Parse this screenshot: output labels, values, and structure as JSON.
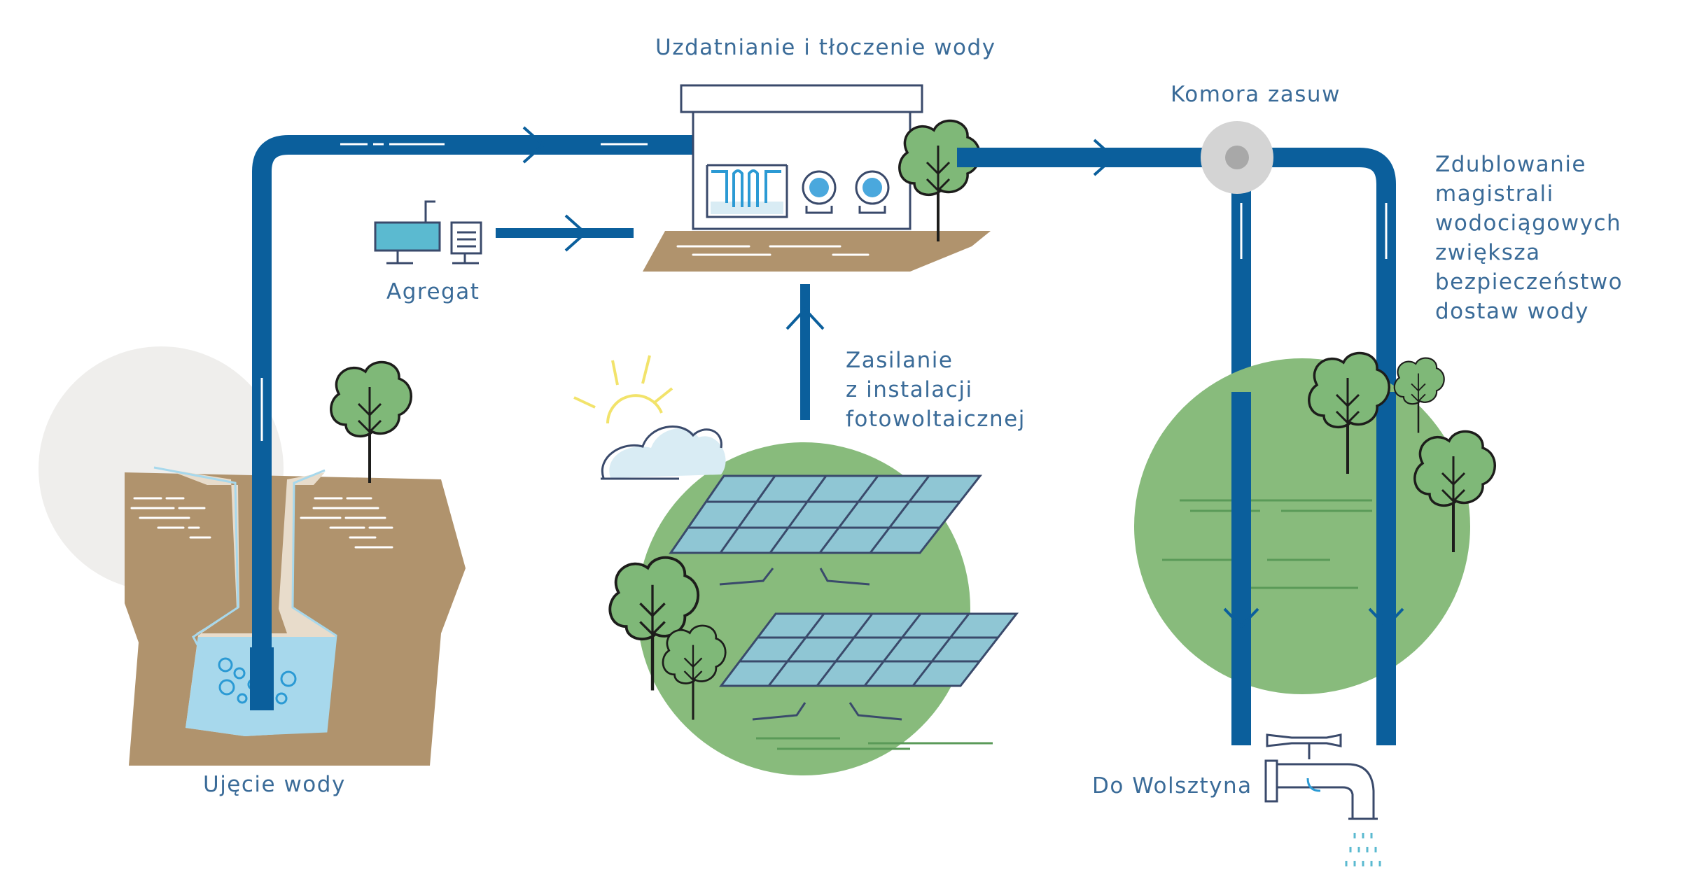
{
  "labels": {
    "treatment": "Uzdatnianie i tłoczenie wody",
    "valve_chamber": "Komora zasuw",
    "generator": "Agregat",
    "water_intake": "Ujęcie wody",
    "to_wolsztyn": "Do Wolsztyna",
    "pv_power": [
      "Zasilanie",
      "z instalacji",
      "fotowoltaicznej"
    ],
    "duplication": [
      "Zdublowanie",
      "magistrali",
      "wodociągowych",
      "zwiększa",
      "bezpieczeństwo",
      "dostaw wody"
    ]
  },
  "colors": {
    "pipe": "#0b5f9c",
    "label": "#3a6b98",
    "soil": "#b0936d",
    "well_lining": "#e8dccb",
    "water": "#a7d8ec",
    "tree": "#7fb878",
    "green_circle": "#88bb7c",
    "panel": "#8fc6d4",
    "cloud": "#d9ecf4",
    "sun": "#f2e36b",
    "background_circle": "#efeeec",
    "valve": "#d4d4d4"
  },
  "icons": [
    "well-icon",
    "pump-icon",
    "generator-icon",
    "building-icon",
    "solar-panel-icon",
    "sun-icon",
    "cloud-icon",
    "tree-icon",
    "valve-icon",
    "faucet-icon"
  ]
}
